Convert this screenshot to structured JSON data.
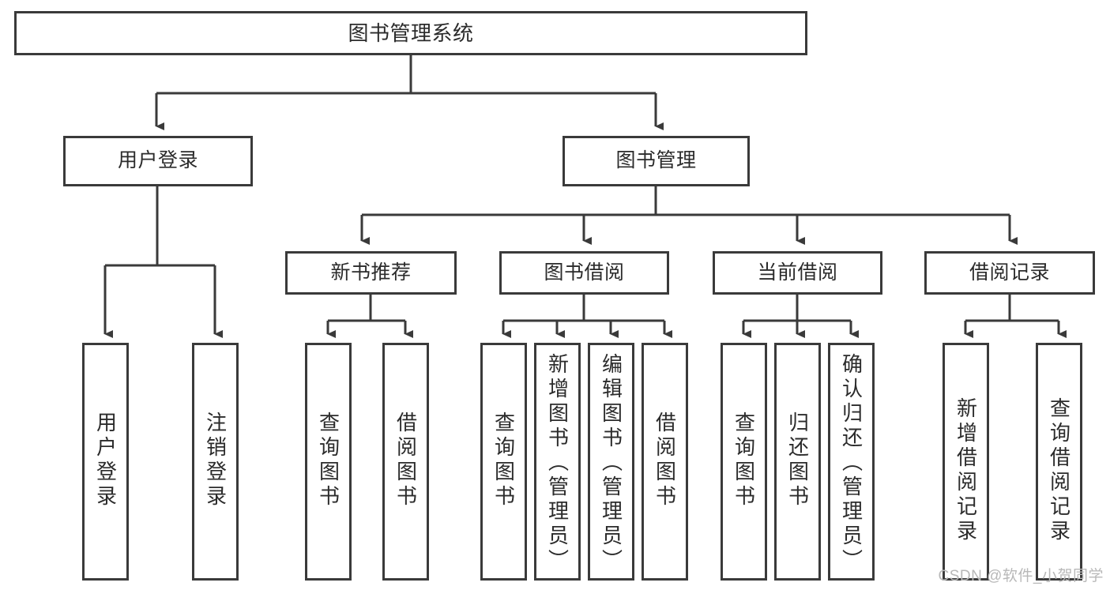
{
  "diagram": {
    "title": "图书管理系统",
    "type": "tree-hierarchy-diagram",
    "edge_color": "#3a3a3a",
    "box_border_color": "#3a3a3a",
    "box_fill_color": "#ffffff",
    "nodes": {
      "root": {
        "label": "图书管理系统"
      },
      "level1": [
        {
          "label": "用户登录"
        },
        {
          "label": "图书管理"
        }
      ],
      "level2": [
        {
          "label": "新书推荐"
        },
        {
          "label": "图书借阅"
        },
        {
          "label": "当前借阅"
        },
        {
          "label": "借阅记录"
        }
      ],
      "leaves": {
        "user_login": [
          {
            "label": "用户登录"
          },
          {
            "label": "注销登录"
          }
        ],
        "new_book_recommend": [
          {
            "label": "查询图书"
          },
          {
            "label": "借阅图书"
          }
        ],
        "book_borrow": [
          {
            "label": "查询图书"
          },
          {
            "label": "新增图书（管理员）"
          },
          {
            "label": "编辑图书（管理员）"
          },
          {
            "label": "借阅图书"
          }
        ],
        "current_borrow": [
          {
            "label": "查询图书"
          },
          {
            "label": "归还图书"
          },
          {
            "label": "确认归还（管理员）"
          }
        ],
        "borrow_record": [
          {
            "label": "新增借阅记录"
          },
          {
            "label": "查询借阅记录"
          }
        ]
      }
    },
    "watermark": "CSDN @软件_小贺同学"
  }
}
